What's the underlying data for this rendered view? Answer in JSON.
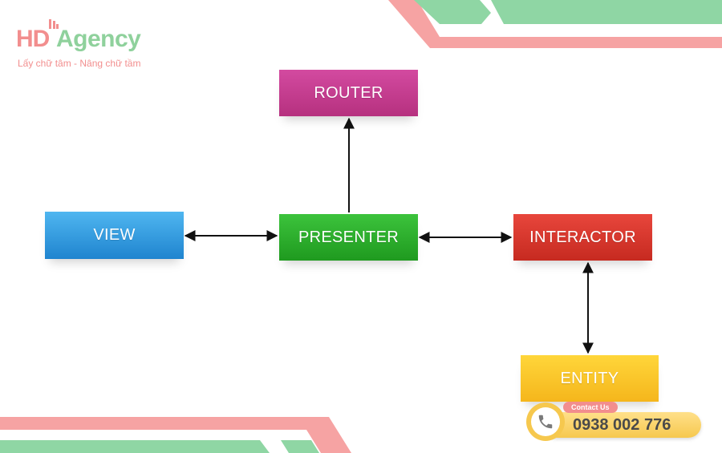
{
  "logo": {
    "brand_hd": "HD",
    "brand_agency": "Agency",
    "tagline": "Lấy chữ tâm - Nâng chữ tầm"
  },
  "diagram": {
    "nodes": {
      "router": "ROUTER",
      "view": "VIEW",
      "presenter": "PRESENTER",
      "interactor": "INTERACTOR",
      "entity": "ENTITY"
    },
    "edges": [
      {
        "from": "presenter",
        "to": "router",
        "direction": "to"
      },
      {
        "from": "view",
        "to": "presenter",
        "direction": "both"
      },
      {
        "from": "presenter",
        "to": "interactor",
        "direction": "both"
      },
      {
        "from": "interactor",
        "to": "entity",
        "direction": "both"
      }
    ]
  },
  "contact": {
    "tag": "Contact Us",
    "phone": "0938 002 776",
    "icon": "phone-icon"
  },
  "colors": {
    "router": "#c13a8c",
    "view": "#2f9be0",
    "presenter": "#2aad2a",
    "interactor": "#d6362c",
    "entity": "#fac52a",
    "accent_pink": "#f28e8e",
    "accent_green": "#8fd19c"
  }
}
